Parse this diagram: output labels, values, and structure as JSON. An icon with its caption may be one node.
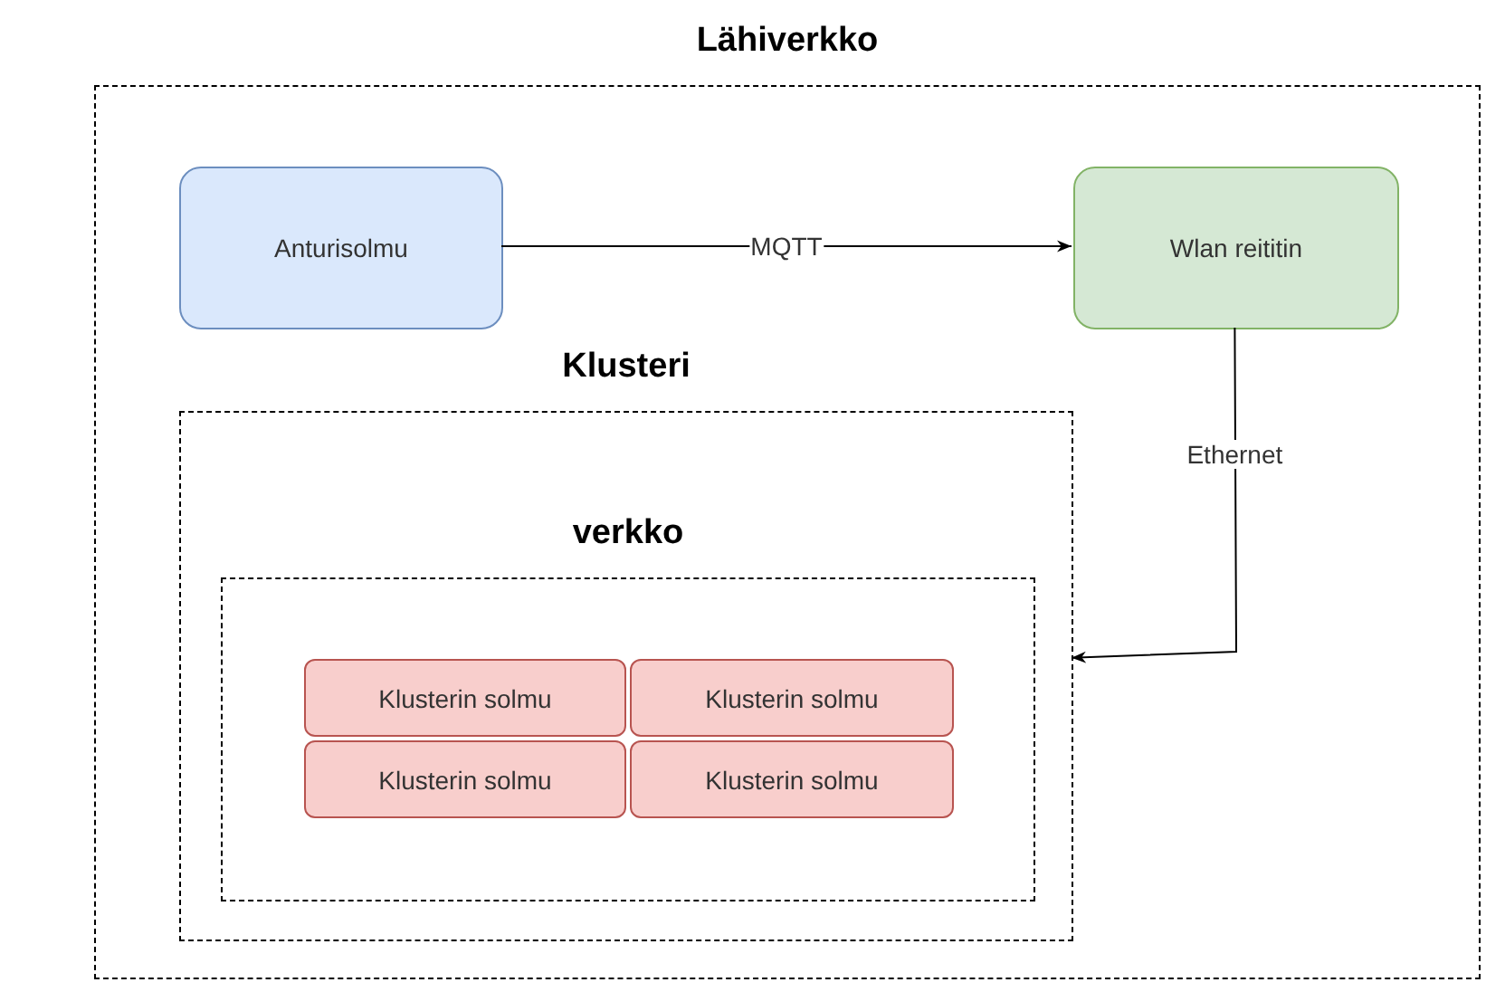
{
  "diagram": {
    "nodes": [
      {
        "text": [
          "Lähiverkko"
        ]
      },
      {
        "text": [
          "Anturisolmu"
        ],
        "in": 0
      },
      {
        "text": [
          "Wlan reititin"
        ],
        "in": 0
      },
      {
        "text": [
          "Klusteri"
        ],
        "in": 0
      },
      {
        "text": [
          "verkko"
        ],
        "in": 3
      },
      {
        "text": [
          "Klusterin solmu"
        ],
        "in": 4
      },
      {
        "text": [
          "Klusterin solmu"
        ],
        "in": 4
      },
      {
        "text": [
          "Klusterin solmu"
        ],
        "in": 4
      },
      {
        "text": [
          "Klusterin solmu"
        ],
        "in": 4
      }
    ],
    "edges": [
      {
        "from": 1,
        "to": 2,
        "arrow": "to",
        "label": "MQTT"
      },
      {
        "from": 2,
        "to": 3,
        "arrow": "to",
        "label": "Ethernet"
      }
    ]
  }
}
